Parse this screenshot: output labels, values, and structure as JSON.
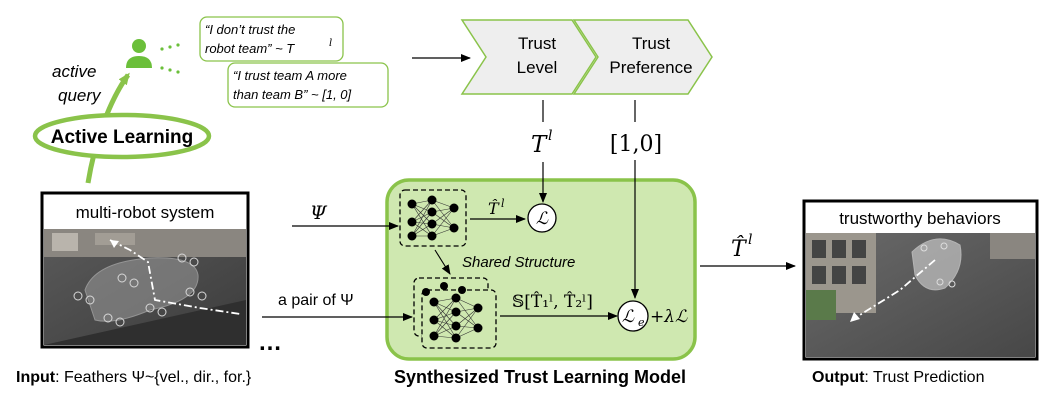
{
  "query": {
    "side_label_line1": "active",
    "side_label_line2": "query",
    "bubble1_line1": "“I don’t trust the",
    "bubble1_line2": "robot team” ~ T",
    "bubble1_sup": "l",
    "bubble2_line1": "“I trust team A more",
    "bubble2_line2": "than team B” ~ [1, 0]"
  },
  "active_learning": "Active Learning",
  "trust_level": {
    "line1": "Trust",
    "line2": "Level",
    "symbol": "T",
    "sup": "l"
  },
  "trust_preference": {
    "line1": "Trust",
    "line2": "Preference",
    "value": "[1,0]"
  },
  "input": {
    "title": "multi-robot system",
    "ellipsis": "…",
    "caption_bold": "Input",
    "caption_rest": ": Feathers Ψ~{vel., dir., for.}"
  },
  "model": {
    "psi_label": "Ψ",
    "pair_label": "a pair of Ψ",
    "that_label": "T̂",
    "that_sup": "l",
    "loss_symbol": "ℒ",
    "shared_structure": "Shared  Structure",
    "s_expr": "𝕊[T̂₁ˡ, T̂₂ˡ]",
    "le_symbol": "ℒ",
    "le_sub": "e",
    "plus_lambda": "+λℒ",
    "caption": "Synthesized Trust Learning Model"
  },
  "output": {
    "arrow_label": "T̂",
    "arrow_sup": "l",
    "title": "trustworthy behaviors",
    "caption_bold": "Output",
    "caption_rest": ": Trust Prediction"
  }
}
